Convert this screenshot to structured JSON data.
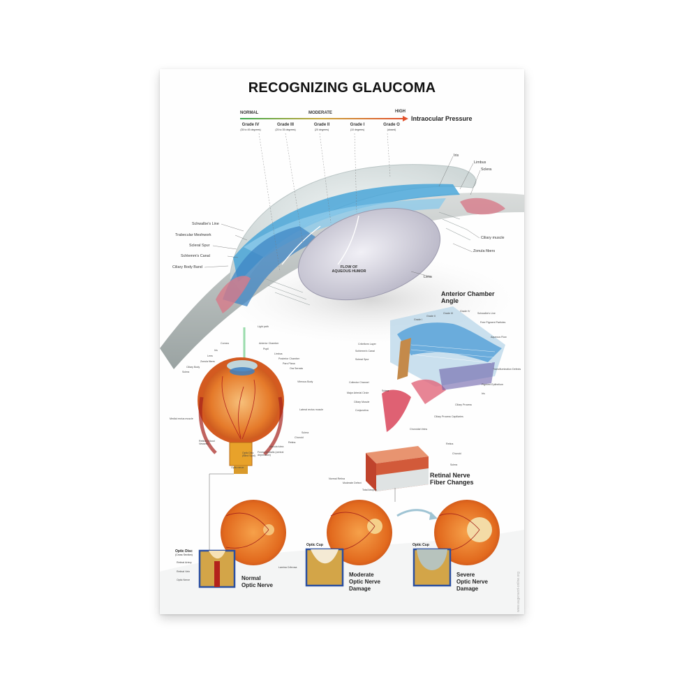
{
  "poster": {
    "title": "RECOGNIZING GLAUCOMA",
    "pressure_scale": {
      "normal": "NORMAL",
      "moderate": "MODERATE",
      "high": "HIGH",
      "label": "Intraocular Pressure",
      "grades": [
        {
          "name": "Grade IV",
          "range": "(35 to 45 degrees)"
        },
        {
          "name": "Grade III",
          "range": "(25 to 35 degrees)"
        },
        {
          "name": "Grade II",
          "range": "(20 degrees)"
        },
        {
          "name": "Grade I",
          "range": "(10 degrees)"
        },
        {
          "name": "Grade O",
          "range": "(closed)"
        }
      ]
    },
    "main_diagram": {
      "left_labels": [
        "Schwalbe's Line",
        "Trabecular Meshwork",
        "Scleral Spur",
        "Schlemm's Canal",
        "Ciliary Body Band"
      ],
      "right_labels": [
        "Iris",
        "Limbus",
        "Sclera",
        "Ciliary muscle",
        "Zonula fibers",
        "Lens"
      ],
      "flow_label_1": "FLOW OF",
      "flow_label_2": "AQUEOUS HUMOR"
    },
    "eye_diagram": {
      "light_path": "Light path",
      "labels": [
        "Cornea",
        "Iris",
        "Lens",
        "Zonula fibers",
        "Ciliary Body",
        "Sclera",
        "Anterior Chamber",
        "Pupil",
        "Limbus",
        "Posterior Chamber",
        "Pars Plana",
        "Ora Serrata",
        "Vitreous Body",
        "Lateral rectus muscle",
        "Medial rectus muscle",
        "Sclera",
        "Choroid",
        "Retina",
        "Macula lutea",
        "Fovea centralis (central depression)",
        "Retinal (Blood Vessels)",
        "Optic Disc (Blind Spot)",
        "Optic nerve"
      ]
    },
    "anterior_chamber": {
      "title_1": "Anterior Chamber",
      "title_2": "Angle",
      "labels": [
        "Grade I",
        "Grade II",
        "Grade III",
        "Grade IV",
        "Schwalbe's Line",
        "Free Pigment Particles",
        "Aqueous Flow",
        "Cribriform Layer",
        "Schlemm's Canal",
        "Scleral Spur",
        "Collector Channel",
        "Major Arterial Circle",
        "Ciliary Muscle",
        "Conjunctiva",
        "Sclera",
        "Transillumination Defects",
        "Pigment Epithelium",
        "Iris",
        "Ciliary Process",
        "Ciliary Process Capillaries",
        "Choroidal Veins"
      ]
    },
    "retinal_nerve": {
      "title_1": "Retinal Nerve",
      "title_2": "Fiber Changes",
      "labels": [
        "Retina",
        "Choroid",
        "Sclera",
        "Normal Retina",
        "Moderate Defect",
        "Total Atrophy"
      ]
    },
    "stages": [
      {
        "line1": "Normal",
        "line2": "Optic Nerve",
        "line3": "",
        "cup_label": "Optic Disc",
        "cup_sub": "(Cross Section)"
      },
      {
        "line1": "Moderate",
        "line2": "Optic Nerve",
        "line3": "Damage",
        "cup_label": "Optic Cup",
        "cup_sub": ""
      },
      {
        "line1": "Severe",
        "line2": "Optic Nerve",
        "line3": "Damage",
        "cup_label": "Optic Cup",
        "cup_sub": ""
      }
    ],
    "disc_labels": [
      "Retinal Artery",
      "Retinal Vein",
      "Optic Nerve"
    ],
    "lamina_label": "Lamina Cribrosa",
    "watermark": "www.augenarzt-online.org",
    "colors": {
      "scale_start": "#3aa84a",
      "scale_end": "#e2502a",
      "iris_blue": "#4aa6d8",
      "fundus_orange": "#e8762a"
    }
  }
}
